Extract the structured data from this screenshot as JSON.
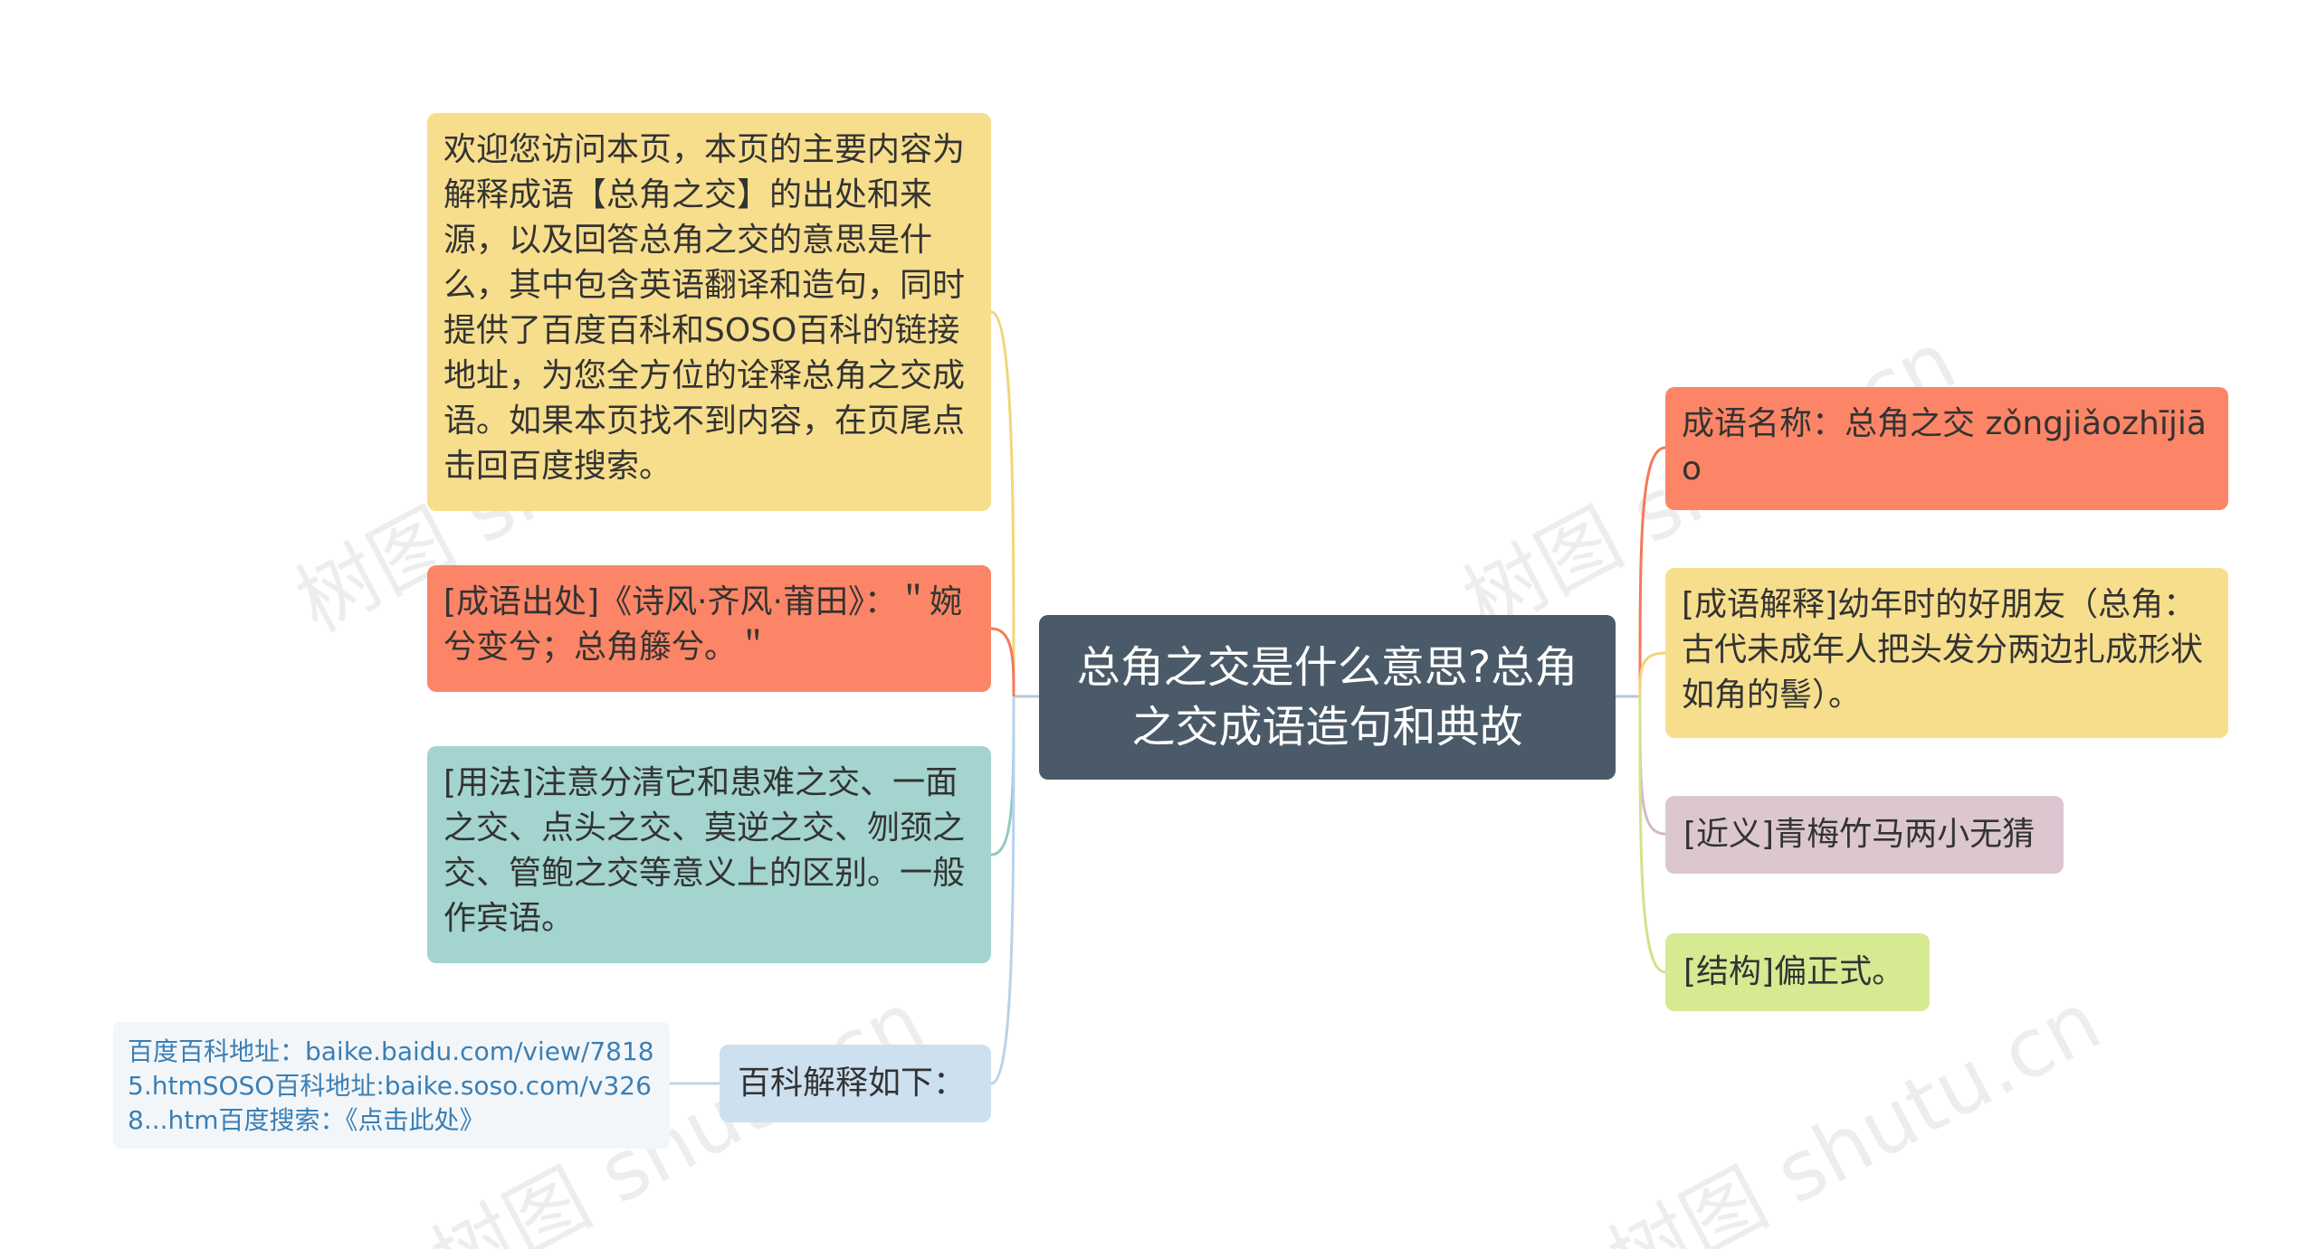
{
  "central": {
    "title": "总角之交是什么意思?总角之交成语造句和典故"
  },
  "left_nodes": [
    {
      "text": "欢迎您访问本页，本页的主要内容为解释成语【总角之交】的出处和来源，以及回答总角之交的意思是什么，其中包含英语翻译和造句，同时提供了百度百科和SOSO百科的链接地址，为您全方位的诠释总角之交成语。如果本页找不到内容，在页尾点击回百度搜索。",
      "color": "#f7de8d"
    },
    {
      "text": "[成语出处]《诗风·齐风·莆田》：＂婉兮变兮；总角籐兮。＂",
      "color": "#fb8566"
    },
    {
      "text": "[用法]注意分清它和患难之交、一面之交、点头之交、莫逆之交、刎颈之交、管鲍之交等意义上的区别。一般作宾语。",
      "color": "#a3d4cf"
    },
    {
      "text": "百科解释如下：",
      "color": "#cde0f0"
    }
  ],
  "baike_note": {
    "text": "百度百科地址：baike.baidu.com/view/78185.htmSOSO百科地址:baike.soso.com/v3268...htm百度搜索：《点击此处》",
    "color": "#3a7fb5"
  },
  "right_nodes": [
    {
      "text": "成语名称：总角之交 zǒngjiǎozhījiāo",
      "color": "#fb8566"
    },
    {
      "text": "[成语解释]幼年时的好朋友（总角：古代未成年人把头发分两边扎成形状如角的髻）。",
      "color": "#f7de8d"
    },
    {
      "text": "[近义]青梅竹马两小无猜",
      "color": "#dcc7d1"
    },
    {
      "text": "[结构]偏正式。",
      "color": "#d6ea92"
    }
  ],
  "watermark": {
    "text": "树图 shutu.cn"
  }
}
